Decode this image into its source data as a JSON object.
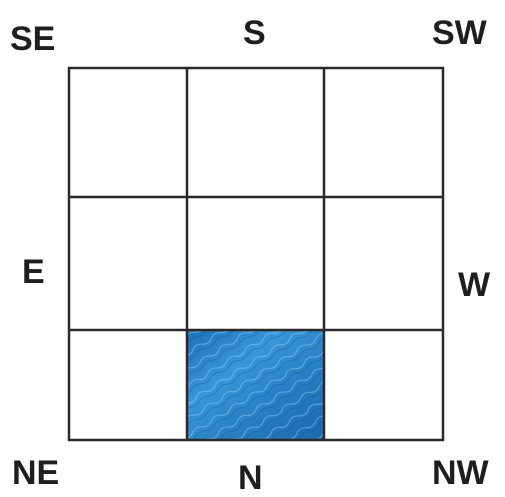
{
  "directions": {
    "se": "SE",
    "s": "S",
    "sw": "SW",
    "e": "E",
    "w": "W",
    "ne": "NE",
    "n": "N",
    "nw": "NW"
  },
  "grid": {
    "rows": 3,
    "cols": 3,
    "highlighted_cell": {
      "row": 3,
      "col": 2,
      "fill": "water texture",
      "color": "#2f86c8"
    },
    "line_color": "#2a2a2a"
  }
}
